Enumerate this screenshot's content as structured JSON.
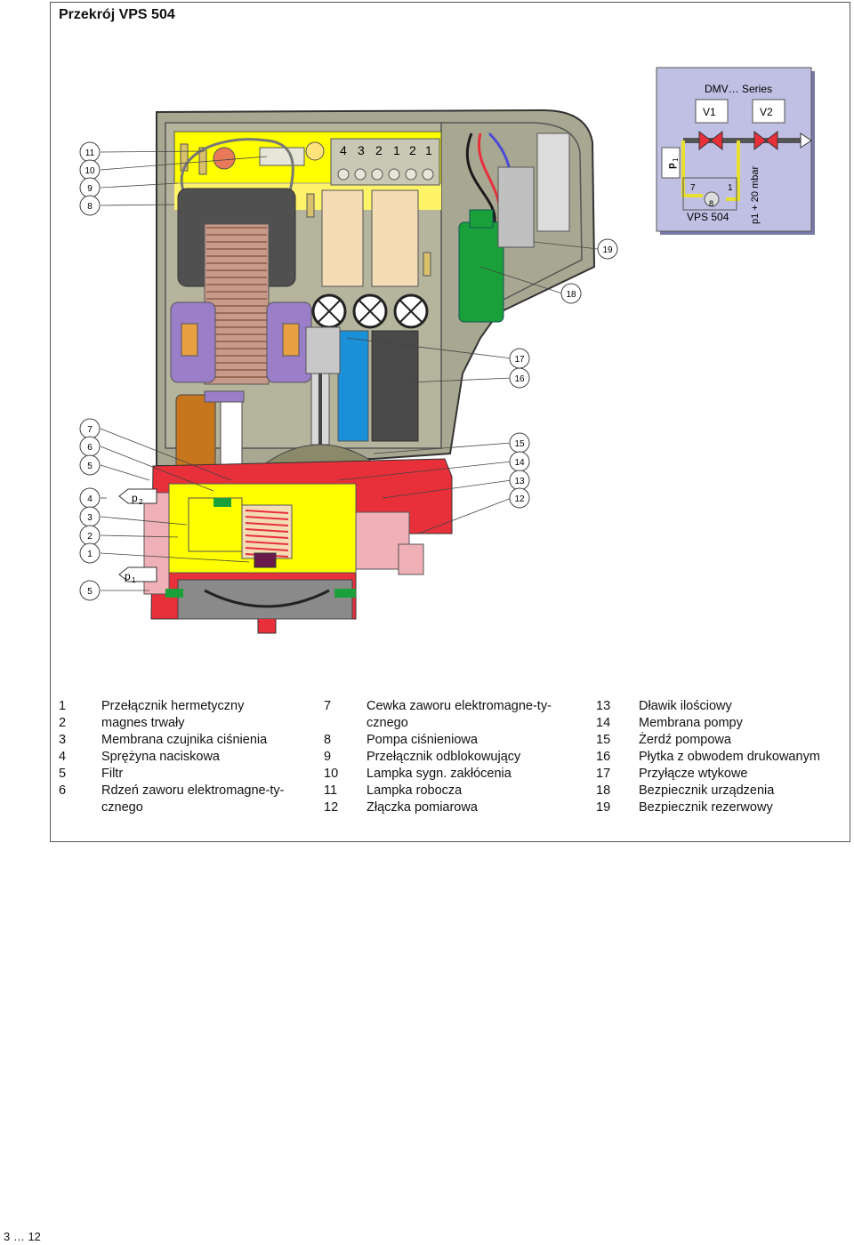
{
  "title": "Przekrój VPS 504",
  "dmv": {
    "series_label": "DMV… Series",
    "v1": "V1",
    "v2": "V2",
    "p1_label": "p",
    "p1_sub": "1",
    "num7": "7",
    "num8": "8",
    "num1": "1",
    "model": "VPS 504",
    "side_label": "p1 + 20 mbar"
  },
  "terminals": [
    "4",
    "3",
    "2",
    "1",
    "2",
    "1"
  ],
  "pressure_labels": {
    "p2": "p",
    "p2_sub": "2",
    "p1": "p",
    "p1_sub": "1"
  },
  "callouts_left": [
    "11",
    "10",
    "9",
    "8",
    "7",
    "6",
    "5",
    "4",
    "3",
    "2",
    "1",
    "5"
  ],
  "callouts_right": [
    "19",
    "18",
    "17",
    "16",
    "15",
    "14",
    "13",
    "12"
  ],
  "legend": {
    "col1": [
      {
        "num": "1",
        "text": "Przełącznik hermetyczny"
      },
      {
        "num": "2",
        "text": "magnes trwały"
      },
      {
        "num": "3",
        "text": "Membrana czujnika ciśnienia"
      },
      {
        "num": "4",
        "text": "Sprężyna naciskowa"
      },
      {
        "num": "5",
        "text": "Filtr"
      },
      {
        "num": "6",
        "text": "Rdzeń zaworu elektromagne-ty-"
      },
      {
        "num": "",
        "text": "cznego"
      }
    ],
    "col2": [
      {
        "num": "7",
        "text": "Cewka zaworu elektromagne-ty-"
      },
      {
        "num": "",
        "text": "cznego"
      },
      {
        "num": "8",
        "text": "Pompa ciśnieniowa"
      },
      {
        "num": "9",
        "text": "Przełącznik odblokowujący"
      },
      {
        "num": "10",
        "text": "Lampka sygn. zakłócenia"
      },
      {
        "num": "11",
        "text": "Lampka robocza"
      },
      {
        "num": "12",
        "text": "Złączka pomiarowa"
      }
    ],
    "col3": [
      {
        "num": "13",
        "text": "Dławik ilościowy"
      },
      {
        "num": "14",
        "text": "Membrana pompy"
      },
      {
        "num": "15",
        "text": "Żerdź pompowa"
      },
      {
        "num": "16",
        "text": "Płytka z obwodem drukowanym"
      },
      {
        "num": "17",
        "text": "Przyłącze wtykowe"
      },
      {
        "num": "18",
        "text": "Bezpiecznik urządzenia"
      },
      {
        "num": "19",
        "text": "Bezpiecznik rezerwowy"
      }
    ]
  },
  "footer": "3 … 12",
  "colors": {
    "housing_grey": "#a8a892",
    "dark_grey": "#5a5a5a",
    "pcb_yellow": "#ffff00",
    "body_red": "#e8303a",
    "body_pink": "#f0b0b8",
    "coil_orange": "#c8761e",
    "green": "#1aa03a",
    "blue": "#1a90d8",
    "purple": "#9a7ec8",
    "pad_tan": "#f4dcb4",
    "dmv_box": "#c0bfe4"
  }
}
